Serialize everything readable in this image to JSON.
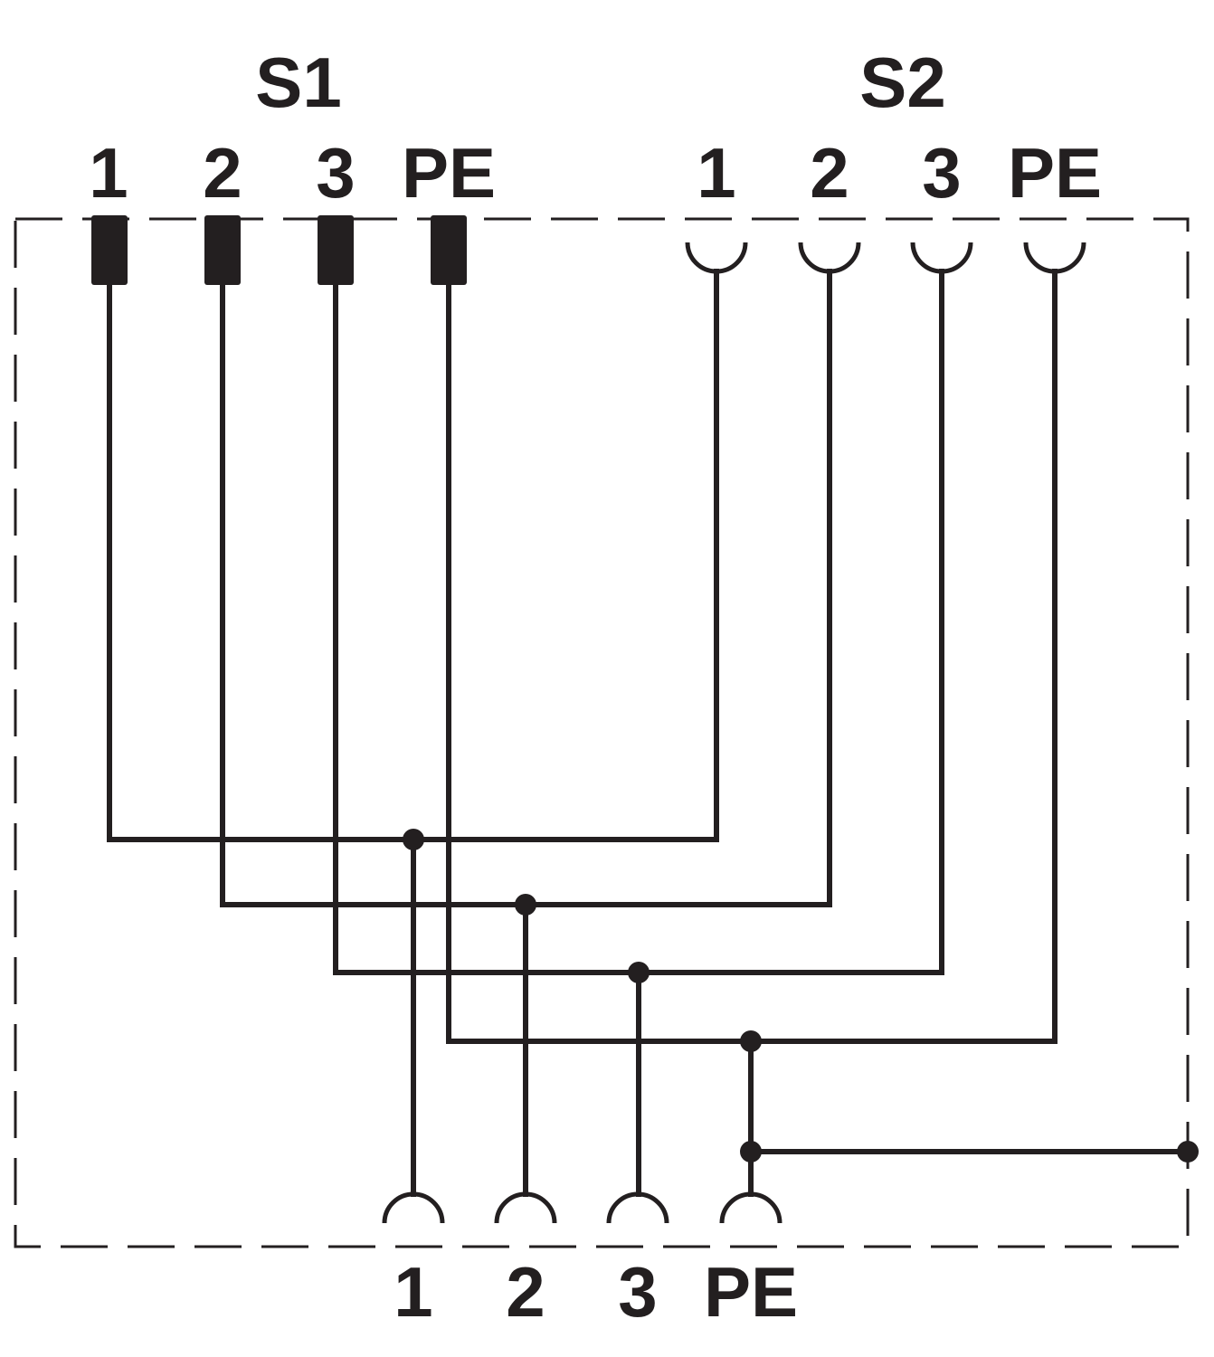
{
  "connector_s1": {
    "name": "S1",
    "pins": [
      "1",
      "2",
      "3",
      "PE"
    ]
  },
  "connector_s2": {
    "name": "S2",
    "pins": [
      "1",
      "2",
      "3",
      "PE"
    ]
  },
  "connector_bottom": {
    "pins": [
      "1",
      "2",
      "3",
      "PE"
    ]
  },
  "colors": {
    "ink": "#231f20",
    "background": "#ffffff"
  }
}
